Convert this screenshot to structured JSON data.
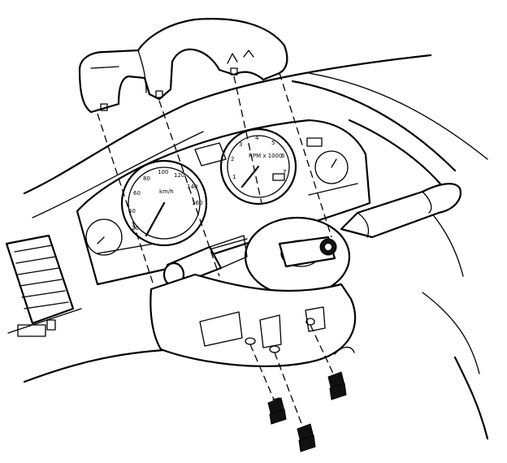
{
  "figure": {
    "description_free": true,
    "gauges": {
      "speedometer": {
        "labels": [
          "20",
          "40",
          "60",
          "80",
          "100",
          "120",
          "140",
          "160"
        ],
        "unit": "km/h"
      },
      "tachometer": {
        "labels": [
          "1",
          "2",
          "3",
          "4",
          "5",
          "6",
          "7"
        ],
        "unit": "RPM x 1000"
      }
    },
    "colors": {
      "line": "#000000",
      "background": "#ffffff"
    },
    "parts": [
      "upper-steering-column-cover",
      "lower-steering-column-cover",
      "mounting-screw-left",
      "mounting-screw-center",
      "mounting-screw-right",
      "instrument-cluster",
      "steering-column-hub",
      "multifunction-switch-lever",
      "air-vent",
      "dashboard"
    ]
  }
}
